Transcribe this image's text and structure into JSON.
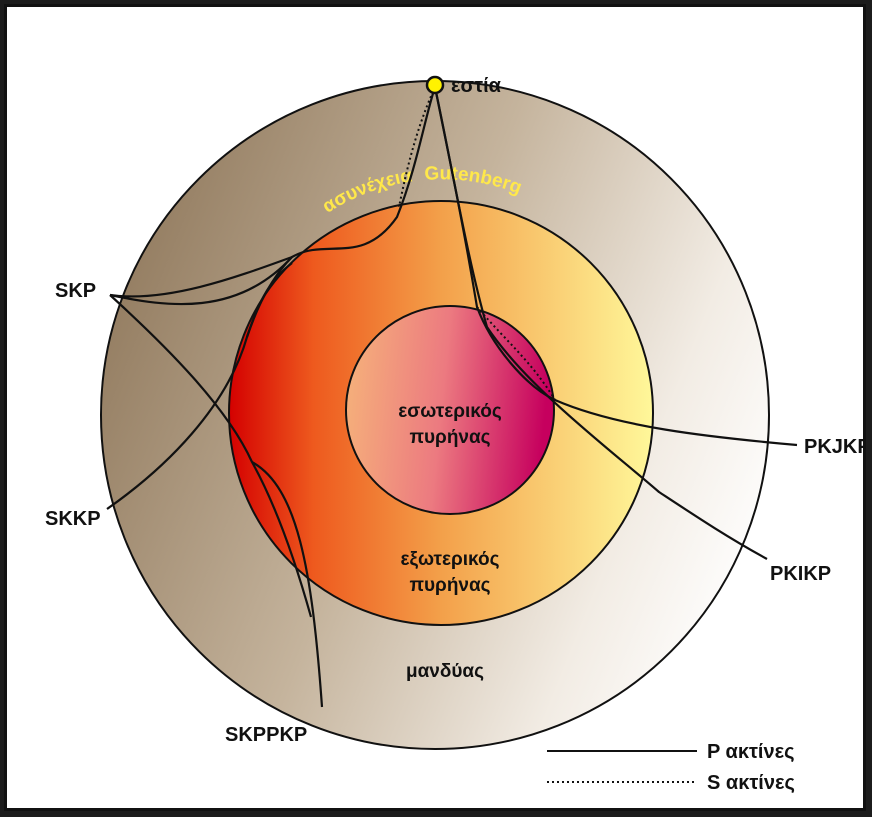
{
  "regions": {
    "inner_core": [
      "εσωτερικός",
      "πυρήνας"
    ],
    "outer_core": [
      "εξωτερικός",
      "πυρήνας"
    ],
    "mantle": "μανδύας"
  },
  "focus_label": "εστία",
  "discontinuity": {
    "word1": "ασυνέχεια",
    "word2": "Gutenberg"
  },
  "ray_labels": {
    "skp": "SKP",
    "skkp": "SKKP",
    "skppkp": "SKPPKP",
    "pkjkp": "PKJKP",
    "pkikp": "PKIKP"
  },
  "legend": {
    "p_rays": "P ακτίνες",
    "s_rays": "S ακτίνες"
  },
  "colors": {
    "focus": "#fff200",
    "gutenberg_text": "#ffe84a",
    "outer_core_left": "#d80000",
    "outer_core_right": "#fff59a",
    "inner_core_center": "#cc0066"
  }
}
